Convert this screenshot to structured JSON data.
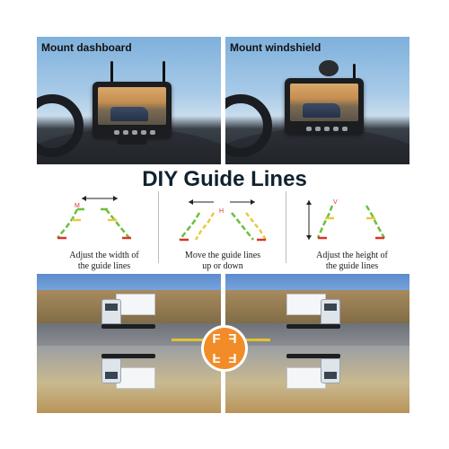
{
  "mount": {
    "dashboard_caption": "Mount dashboard",
    "windshield_caption": "Mount windshield"
  },
  "title": "DIY Guide Lines",
  "guides": [
    {
      "marker": "M",
      "caption_line1": "Adjust the width of",
      "caption_line2": "the guide lines"
    },
    {
      "marker": "H",
      "caption_line1": "Move the guide lines",
      "caption_line2": "up or down"
    },
    {
      "marker": "V",
      "caption_line1": "Adjust the height of",
      "caption_line2": "the guide lines"
    }
  ],
  "badge": {
    "glyphs": [
      "F",
      "F",
      "F",
      "F"
    ],
    "color": "#f28c28"
  },
  "colors": {
    "guide_red": "#d9342b",
    "guide_yellow": "#e9c93a",
    "guide_green": "#6bbf3f",
    "title": "#0f2230"
  }
}
